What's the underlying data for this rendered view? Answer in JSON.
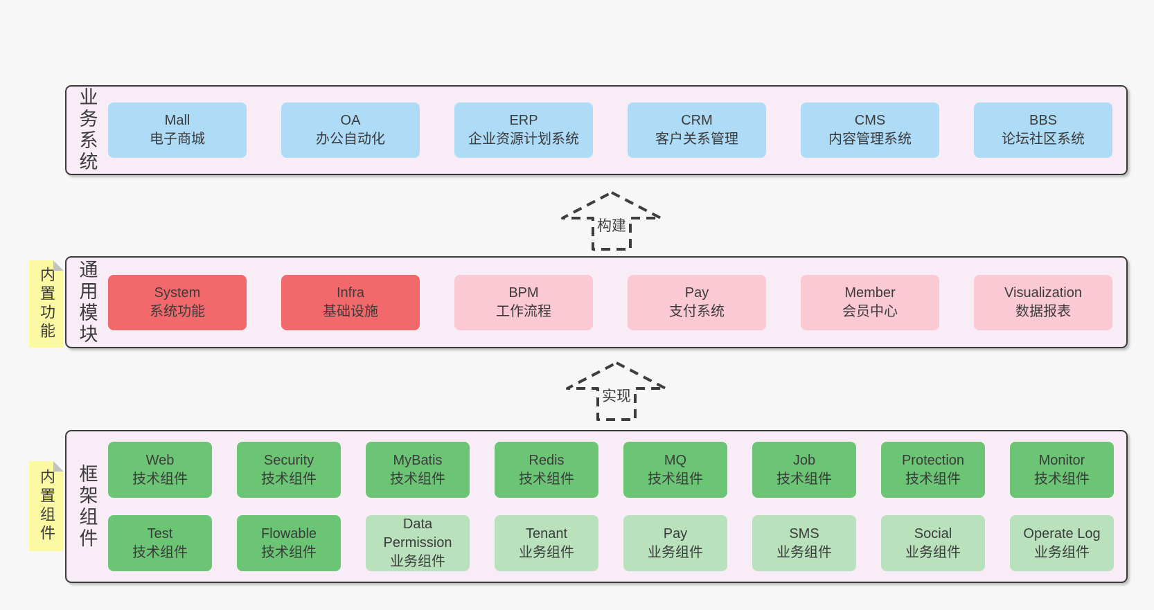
{
  "colors": {
    "page_bg": "#f7f7f7",
    "container_fill": "#f8edf6",
    "container_border": "#383838",
    "box_blue": "#aedcf7",
    "box_red": "#f2696c",
    "box_pink": "#fac9d3",
    "box_green_dark": "#6cc475",
    "box_green_light": "#b9e2bc",
    "note_fill": "#fcf9a3",
    "note_fold": "#c2c2c2",
    "text": "#3b3b3b",
    "arrow": "#3d3d3d"
  },
  "layers": [
    {
      "label": "业务系统",
      "boxes": [
        {
          "title": "Mall",
          "subtitle": "电子商城"
        },
        {
          "title": "OA",
          "subtitle": "办公自动化"
        },
        {
          "title": "ERP",
          "subtitle": "企业资源计划系统"
        },
        {
          "title": "CRM",
          "subtitle": "客户关系管理"
        },
        {
          "title": "CMS",
          "subtitle": "内容管理系统"
        },
        {
          "title": "BBS",
          "subtitle": "论坛社区系统"
        }
      ]
    },
    {
      "label": "通用模块",
      "note": "内置功能",
      "boxes": [
        {
          "title": "System",
          "subtitle": "系统功能"
        },
        {
          "title": "Infra",
          "subtitle": "基础设施"
        },
        {
          "title": "BPM",
          "subtitle": "工作流程"
        },
        {
          "title": "Pay",
          "subtitle": "支付系统"
        },
        {
          "title": "Member",
          "subtitle": "会员中心"
        },
        {
          "title": "Visualization",
          "subtitle": "数据报表"
        }
      ]
    },
    {
      "label": "框架组件",
      "note": "内置组件",
      "rows": [
        [
          {
            "title": "Web",
            "subtitle": "技术组件"
          },
          {
            "title": "Security",
            "subtitle": "技术组件"
          },
          {
            "title": "MyBatis",
            "subtitle": "技术组件"
          },
          {
            "title": "Redis",
            "subtitle": "技术组件"
          },
          {
            "title": "MQ",
            "subtitle": "技术组件"
          },
          {
            "title": "Job",
            "subtitle": "技术组件"
          },
          {
            "title": "Protection",
            "subtitle": "技术组件"
          },
          {
            "title": "Monitor",
            "subtitle": "技术组件"
          }
        ],
        [
          {
            "title": "Test",
            "subtitle": "技术组件"
          },
          {
            "title": "Flowable",
            "subtitle": "技术组件"
          },
          {
            "title": "Data Permission",
            "subtitle": "业务组件"
          },
          {
            "title": "Tenant",
            "subtitle": "业务组件"
          },
          {
            "title": "Pay",
            "subtitle": "业务组件"
          },
          {
            "title": "SMS",
            "subtitle": "业务组件"
          },
          {
            "title": "Social",
            "subtitle": "业务组件"
          },
          {
            "title": "Operate Log",
            "subtitle": "业务组件"
          }
        ]
      ]
    }
  ],
  "arrows": [
    {
      "label": "构建"
    },
    {
      "label": "实现"
    }
  ]
}
